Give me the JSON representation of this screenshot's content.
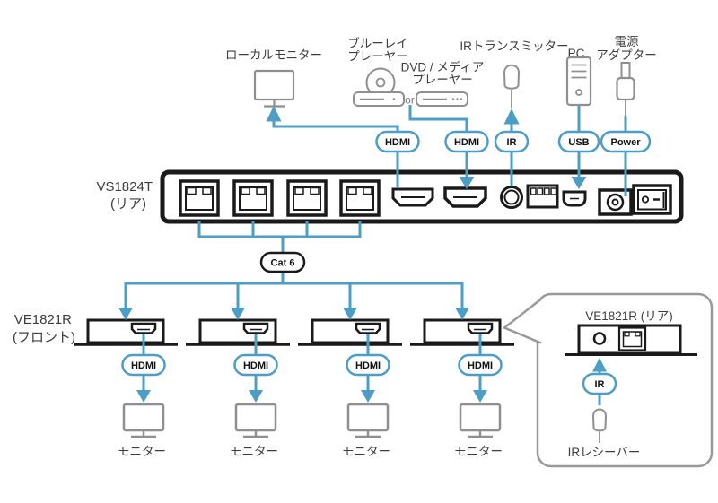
{
  "colors": {
    "line_blue": "#4D9DC7",
    "device_outline": "#1A1A1A",
    "icon_gray": "#8F8F8F",
    "label_text": "#3D3D3D",
    "inset_border": "#999999"
  },
  "top_devices": {
    "local_monitor_label": "ローカルモニター",
    "bluray_label_1": "ブルーレイ",
    "bluray_label_2": "プレーヤー",
    "or_label": "or",
    "dvd_label_1": "DVD / メディア",
    "dvd_label_2": "プレーヤー",
    "ir_transmitter_label": "IRトランスミッター",
    "pc_label": "PC",
    "power_adapter_label_1": "電源",
    "power_adapter_label_2": "アダプター"
  },
  "connection_badges": {
    "hdmi_local": "HDMI",
    "hdmi_source": "HDMI",
    "ir": "IR",
    "usb": "USB",
    "power": "Power",
    "cat6": "Cat 6"
  },
  "transmitter_unit": {
    "model": "VS1824T",
    "view": "(リア)"
  },
  "receiver_units": {
    "model": "VE1821R",
    "view": "(フロント)",
    "units": [
      {
        "badge": "HDMI",
        "monitor_label": "モニター"
      },
      {
        "badge": "HDMI",
        "monitor_label": "モニター"
      },
      {
        "badge": "HDMI",
        "monitor_label": "モニター"
      },
      {
        "badge": "HDMI",
        "monitor_label": "モニター"
      }
    ]
  },
  "inset": {
    "title": "VE1821R (リア)",
    "ir_badge": "IR",
    "ir_receiver_label": "IRレシーバー"
  }
}
